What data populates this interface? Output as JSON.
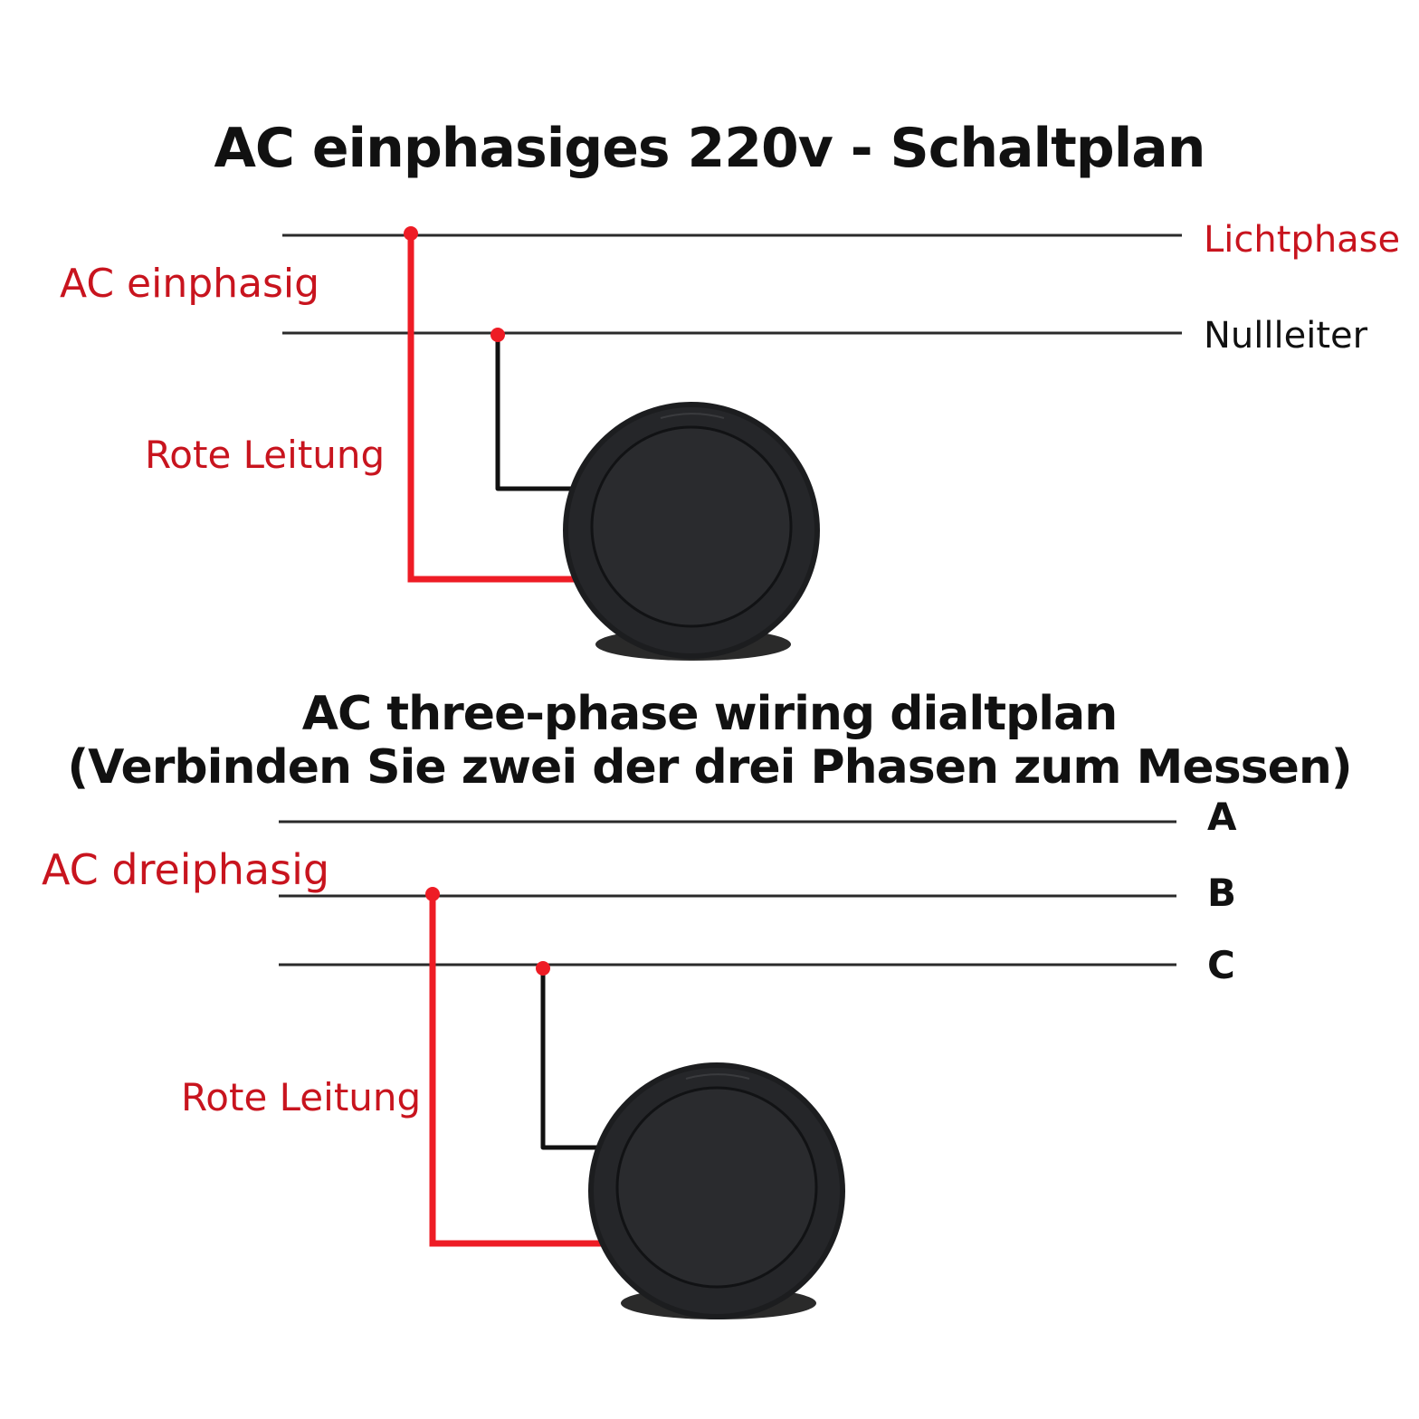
{
  "colors": {
    "red_wire": "#ee1c25",
    "black_wire": "#111111",
    "line": "#2a2a2a",
    "meter_body": "#1c1d1f",
    "meter_face": "#2a2b2e",
    "label_red": "#c8141e"
  },
  "single_phase": {
    "title": "AC einphasiges 220v - Schaltplan",
    "side_label": "AC einphasig",
    "wire_label": "Rote Leitung",
    "lines": [
      {
        "label": "Lichtphase"
      },
      {
        "label": "Nullleiter"
      }
    ],
    "meter_icon": "round-panel-meter-icon"
  },
  "three_phase": {
    "title_line1": "AC three-phase wiring dialtplan",
    "title_line2": "(Verbinden Sie zwei der drei Phasen zum Messen)",
    "side_label": "AC dreiphasig",
    "wire_label": "Rote Leitung",
    "lines": [
      {
        "label": "A"
      },
      {
        "label": "B"
      },
      {
        "label": "C"
      }
    ],
    "meter_icon": "round-panel-meter-icon"
  }
}
